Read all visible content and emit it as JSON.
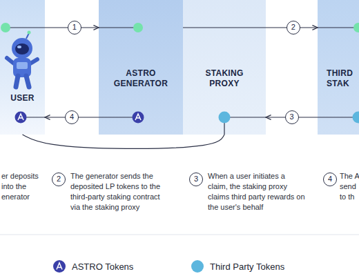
{
  "diagram": {
    "nodes": [
      {
        "text": [
          "USER"
        ]
      },
      {
        "text": [
          "ASTRO GENERATOR"
        ]
      },
      {
        "text": [
          "STAKING PROXY"
        ]
      },
      {
        "text": [
          "THIRD STAK"
        ]
      }
    ],
    "edges": [
      {
        "from": 0,
        "to": 1,
        "label": "1",
        "arrow": "to"
      },
      {
        "from": 1,
        "to": 3,
        "label": "2",
        "arrow": "to"
      },
      {
        "from": 3,
        "to": 2,
        "label": "3",
        "arrow": "to"
      },
      {
        "from": 1,
        "to": 0,
        "label": "4",
        "arrow": "to"
      },
      {
        "from": 2,
        "to": 0,
        "arrow": "none"
      }
    ],
    "labels": [
      "er deposits",
      "into the",
      "enerator",
      "2",
      "The generator sends the deposited LP tokens to the third-party staking contract via the staking proxy",
      "3",
      "When a user initiates a claim, the staking proxy claims third party rewards on the user's behalf",
      "4",
      "The A",
      "send",
      "to th"
    ],
    "legend": [
      {
        "text": "ASTRO Tokens",
        "color": "#3a3fa8"
      },
      {
        "text": "Third Party Tokens",
        "color": "#5cb6de"
      }
    ]
  }
}
